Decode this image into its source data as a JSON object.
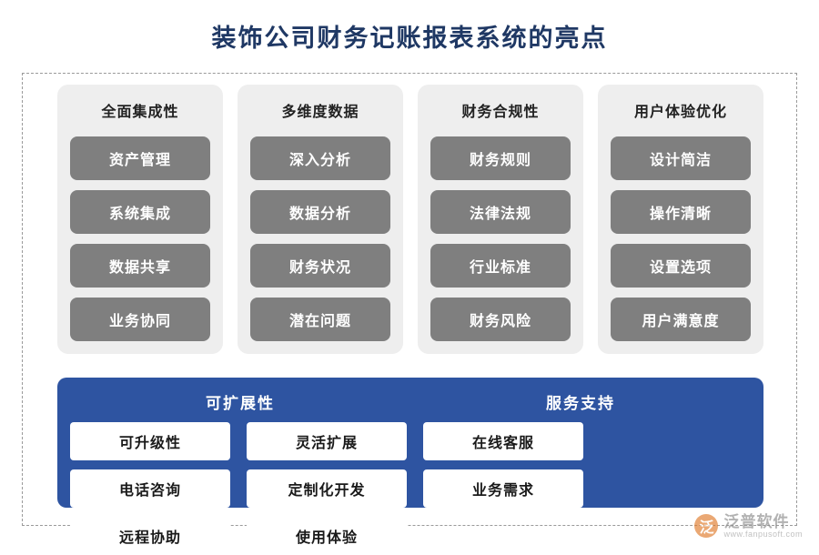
{
  "title": "装饰公司财务记账报表系统的亮点",
  "columns": [
    {
      "head": "全面集成性",
      "items": [
        "资产管理",
        "系统集成",
        "数据共享",
        "业务协同"
      ]
    },
    {
      "head": "多维度数据",
      "items": [
        "深入分析",
        "数据分析",
        "财务状况",
        "潜在问题"
      ]
    },
    {
      "head": "财务合规性",
      "items": [
        "财务规则",
        "法律法规",
        "行业标准",
        "财务风险"
      ]
    },
    {
      "head": "用户体验优化",
      "items": [
        "设计简洁",
        "操作清晰",
        "设置选项",
        "用户满意度"
      ]
    }
  ],
  "bottom": {
    "heads": [
      "可扩展性",
      "服务支持"
    ],
    "items": [
      "可升级性",
      "灵活扩展",
      "在线客服",
      "电话咨询",
      "定制化开发",
      "业务需求",
      "远程协助",
      "使用体验"
    ]
  },
  "watermark": {
    "mark": "泛",
    "cn": "泛普软件",
    "en": "www.fanpusoft.com"
  },
  "colors": {
    "title": "#1f3864",
    "panel": "#2e54a1",
    "chip": "#7f7f7f",
    "column_bg": "#eeeeee"
  }
}
